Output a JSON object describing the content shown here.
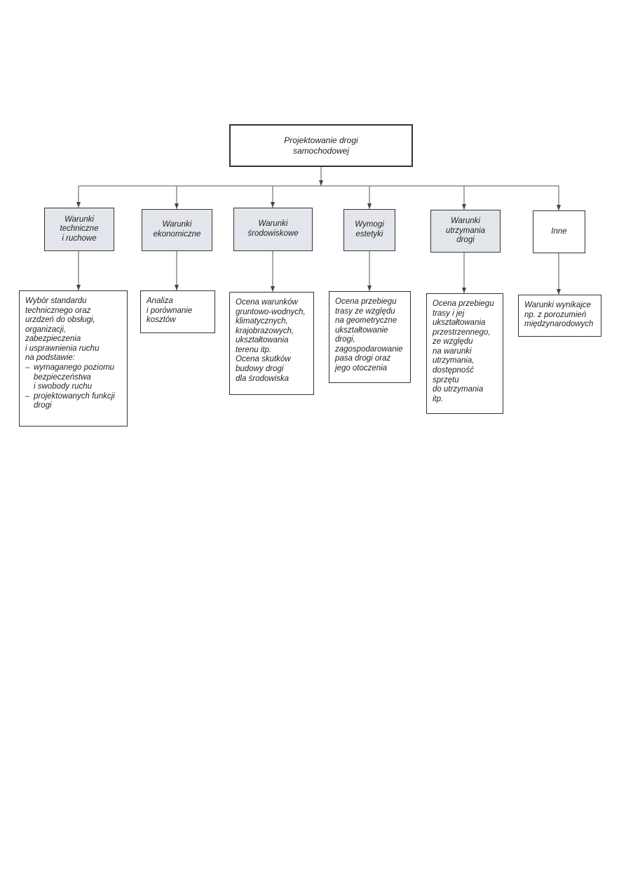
{
  "root": {
    "label": "Projektowanie drogi\nsamochodowej"
  },
  "categories": [
    {
      "label": "Warunki\ntechniczne\ni ruchowe"
    },
    {
      "label": "Warunki\nekonomiczne"
    },
    {
      "label": "Warunki\nśrodowiskowe"
    },
    {
      "label": "Wymogi\nestetyki"
    },
    {
      "label": "Warunki\nutrzymania\ndrogi"
    },
    {
      "label": "Inne"
    }
  ],
  "descriptions": [
    {
      "text": "Wybór standardu\ntechnicznego oraz\nurzdzeń do obsługi,\norganizacji,\nzabezpieczenia\ni usprawnienia ruchu\nna podstawie:",
      "items": [
        "wymaganego poziomu\nbezpieczeństwa\ni swobody ruchu",
        "projektowanych funkcji\ndrogi"
      ]
    },
    {
      "text": "Analiza\ni porównanie\nkosztów"
    },
    {
      "text": "Ocena warunków\ngruntowo-wodnych,\nklimatycznych,\nkrajobrazowych,\nukształtowania\nterenu itp.\nOcena skutków\nbudowy drogi\ndla środowiska"
    },
    {
      "text": "Ocena przebiegu\ntrasy ze względu\nna geometryczne\nukształtowanie\ndrogi,\nzagospodarowanie\npasa drogi oraz\njego otoczenia"
    },
    {
      "text": "Ocena przebiegu\ntrasy i jej\nukształtowania\nprzestrzennego,\nze względu\nna warunki\nutrzymania,\ndostępność\nsprzętu\ndo utrzymania\nitp."
    },
    {
      "text": "Warunki wynikajce\nnp. z porozumień\nmiędzynarodowych"
    }
  ]
}
